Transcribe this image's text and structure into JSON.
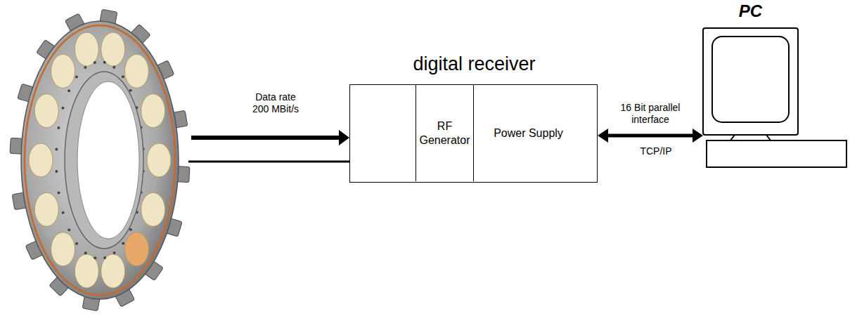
{
  "diagram": {
    "nodes": [
      {
        "text": [
          "digital receiver"
        ]
      },
      {
        "text": [
          "RF Generator"
        ],
        "in": 0
      },
      {
        "text": [
          "Power Supply"
        ],
        "in": 0
      },
      {
        "text": [
          "PC"
        ]
      }
    ],
    "edges": [
      {
        "from": 0,
        "to": 3,
        "arrow": "both",
        "label": "16 Bit parallel interface"
      }
    ],
    "labels": [
      "Data rate 200 MBit/s",
      "TCP/IP"
    ]
  }
}
